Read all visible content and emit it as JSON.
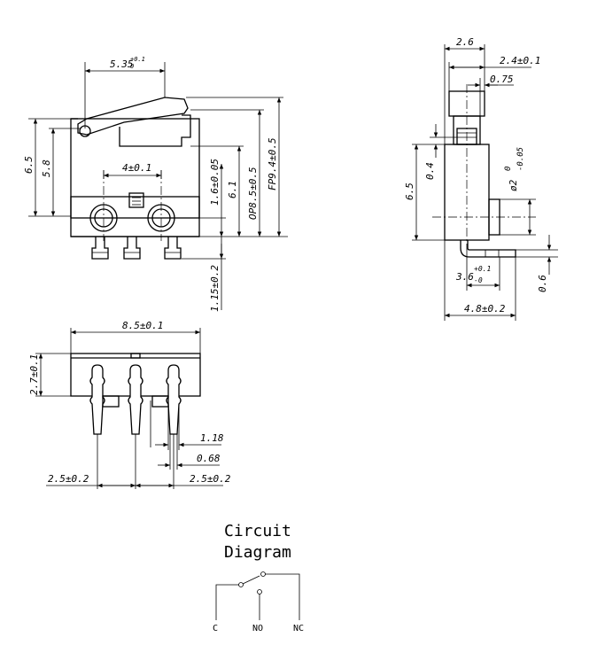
{
  "side_view": {
    "actuator_position": "5.35",
    "actuator_tol_upper": "+0.1",
    "actuator_tol_lower": "0",
    "height_total": "6.5",
    "height_body": "5.8",
    "hole_pitch": "4±0.1",
    "hole_height": "1.6±0.05",
    "body_height": "6.1",
    "op_position": "OP8.5±0.5",
    "free_position": "FP9.4±0.5",
    "pin_length": "1.15±0.2"
  },
  "end_view": {
    "width_top": "2.6",
    "width_lever": "2.4±0.1",
    "lever_offset": "0.75",
    "height": "6.5",
    "gap": "0.4",
    "hole_diameter": "ø2",
    "hole_tol_upper": "0",
    "hole_tol_lower": "-0.05",
    "pin_thickness": "0.6",
    "foot_length": "3.6",
    "foot_tol_upper": "+0.1",
    "foot_tol_lower": "-0",
    "overall_depth": "4.8±0.2"
  },
  "bottom_view": {
    "width": "8.5±0.1",
    "depth": "2.7±0.1",
    "pin_width_wide": "1.18",
    "pin_width_narrow": "0.68",
    "pitch_left": "2.5±0.2",
    "pitch_right": "2.5±0.2"
  },
  "circuit": {
    "title_line1": "Circuit",
    "title_line2": "Diagram",
    "terminal_c": "C",
    "terminal_no": "NO",
    "terminal_nc": "NC"
  }
}
